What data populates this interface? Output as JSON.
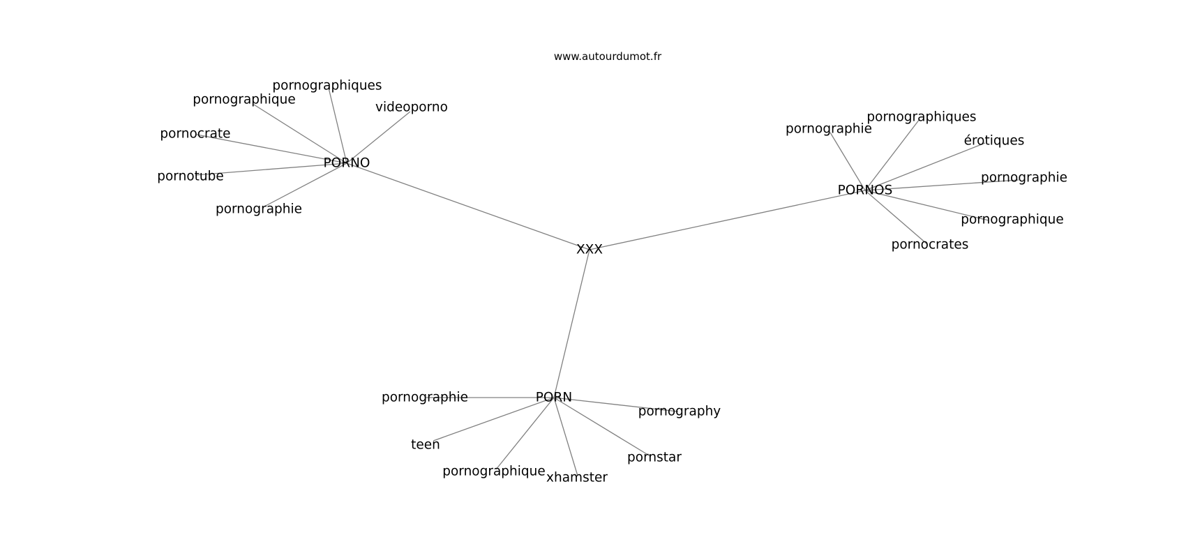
{
  "watermark": "www.autourdumot.fr",
  "graph": {
    "root": "XXX",
    "hubs": [
      {
        "id": "porno",
        "label": "PORNO",
        "leaves": [
          "pornographiques",
          "pornographique",
          "videoporno",
          "pornocrate",
          "pornotube",
          "pornographie"
        ]
      },
      {
        "id": "pornos",
        "label": "PORNOS",
        "leaves": [
          "pornographiques",
          "pornographie",
          "érotiques",
          "pornographie",
          "pornographique",
          "pornocrates"
        ]
      },
      {
        "id": "porn",
        "label": "PORN",
        "leaves": [
          "pornographie",
          "pornography",
          "teen",
          "pornstar",
          "pornographique",
          "xhamster"
        ]
      }
    ]
  },
  "colors": {
    "edge": "#808080",
    "text": "#000000",
    "background": "#ffffff"
  }
}
